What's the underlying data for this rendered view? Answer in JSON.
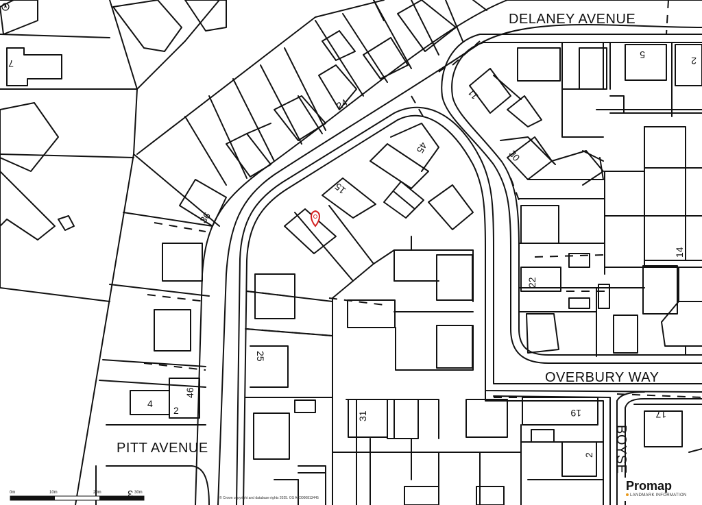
{
  "map": {
    "roads": {
      "delaney": "DELANEY AVENUE",
      "overbury": "OVERBURY WAY",
      "pitt": "PITT AVENUE",
      "boyse": "BOYSE"
    },
    "house_numbers": {
      "n7": "7",
      "n5": "5",
      "n2a": "2",
      "n11": "11",
      "n24": "24",
      "n30": "30",
      "n45": "45",
      "n15": "15",
      "n36": "36",
      "n14": "14",
      "n22": "22",
      "n25": "25",
      "n46": "46",
      "n4": "4",
      "n2b": "2",
      "n31": "31",
      "n19": "19",
      "n17": "17",
      "n2c": "2",
      "n3": "3"
    },
    "marker_color": "#d42020",
    "scale": {
      "s0": "0m",
      "s10": "10m",
      "s20": "20m",
      "s30": "30m"
    },
    "copyright": "© Crown copyright and database rights 2025. OS AC0000813445",
    "logo": {
      "name": "Promap",
      "tagline": "LANDMARK INFORMATION",
      "accent": "#e89a1c"
    }
  }
}
